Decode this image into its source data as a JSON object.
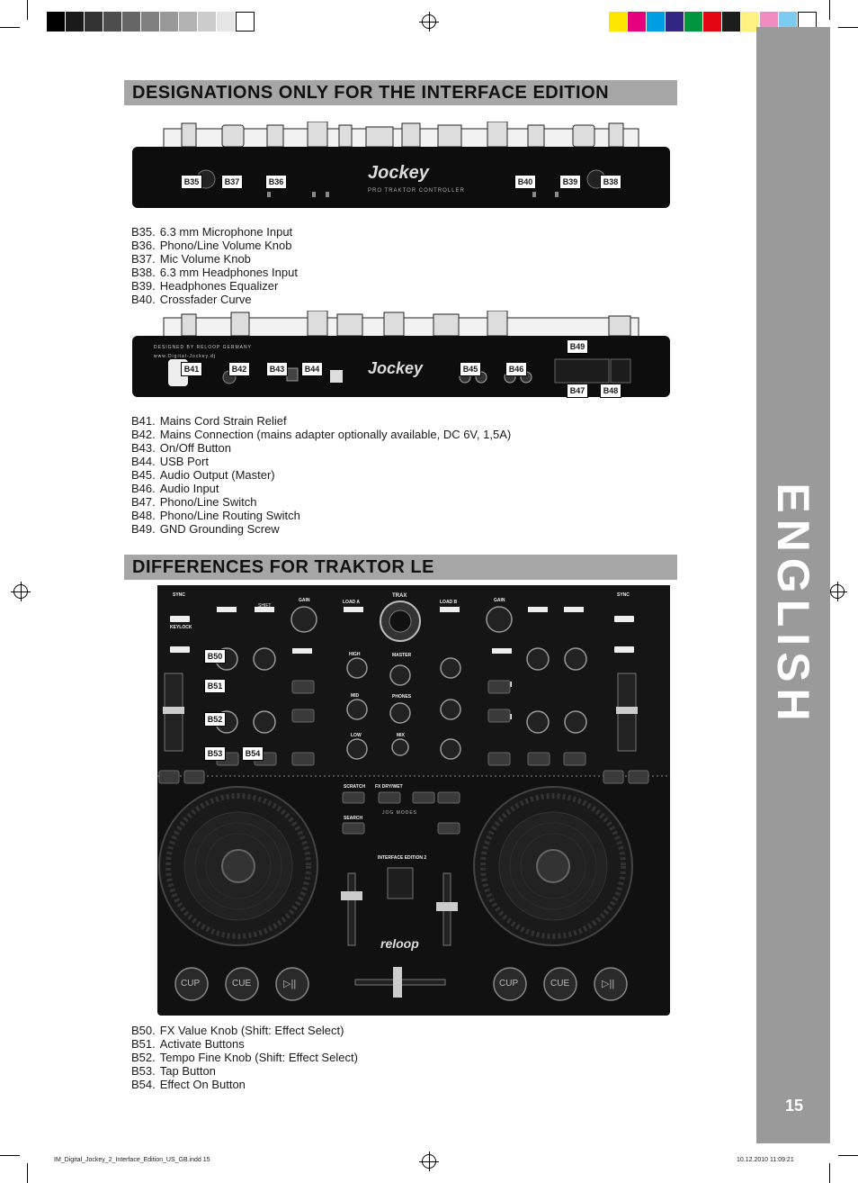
{
  "colors": {
    "tab_gray": "#9a9a9a",
    "heading_gray": "#a6a6a6",
    "swatches_gray": [
      "#000000",
      "#1a1a1a",
      "#333333",
      "#4d4d4d",
      "#666666",
      "#808080",
      "#999999",
      "#b3b3b3",
      "#cccccc",
      "#e6e6e6",
      "#ffffff"
    ],
    "swatches_color": [
      "#ffe600",
      "#e6007e",
      "#009fe3",
      "#312783",
      "#009640",
      "#e30613",
      "#1d1d1b",
      "#fff280",
      "#f08cc0",
      "#7ccbf0",
      "#ffffff"
    ]
  },
  "side_tab": {
    "label": "ENGLISH",
    "page_number": "15"
  },
  "section1": {
    "heading": "DESIGNATIONS ONLY FOR THE INTERFACE EDITION",
    "front_labels": [
      "B35",
      "B37",
      "B36",
      "B40",
      "B39",
      "B38"
    ],
    "items": [
      {
        "code": "B35.",
        "text": "6.3 mm Microphone Input"
      },
      {
        "code": "B36.",
        "text": "Phono/Line Volume Knob"
      },
      {
        "code": "B37.",
        "text": "Mic Volume Knob"
      },
      {
        "code": "B38.",
        "text": "6.3 mm Headphones Input"
      },
      {
        "code": "B39.",
        "text": "Headphones Equalizer"
      },
      {
        "code": "B40.",
        "text": "Crossfader Curve"
      }
    ],
    "rear_labels": [
      "B41",
      "B42",
      "B43",
      "B44",
      "B45",
      "B46",
      "B49",
      "B47",
      "B48"
    ],
    "items2": [
      {
        "code": "B41.",
        "text": "Mains Cord Strain Relief"
      },
      {
        "code": "B42.",
        "text": "Mains Connection (mains adapter optionally available, DC 6V, 1,5A)"
      },
      {
        "code": "B43.",
        "text": "On/Off Button"
      },
      {
        "code": "B44.",
        "text": "USB Port"
      },
      {
        "code": "B45.",
        "text": "Audio Output (Master)"
      },
      {
        "code": "B46.",
        "text": "Audio Input"
      },
      {
        "code": "B47.",
        "text": "Phono/Line Switch"
      },
      {
        "code": "B48.",
        "text": "Phono/Line Routing Switch"
      },
      {
        "code": "B49.",
        "text": "GND Grounding Screw"
      }
    ]
  },
  "section2": {
    "heading": "DIFFERENCES FOR TRAKTOR LE",
    "top_labels": [
      "B50",
      "B51",
      "B52",
      "B53",
      "B54"
    ],
    "items": [
      {
        "code": "B50.",
        "text": "FX Value Knob (Shift: Effect Select)"
      },
      {
        "code": "B51.",
        "text": "Activate Buttons"
      },
      {
        "code": "B52.",
        "text": "Tempo Fine Knob (Shift: Effect Select)"
      },
      {
        "code": "B53.",
        "text": "Tap Button"
      },
      {
        "code": "B54.",
        "text": "Effect On Button"
      }
    ]
  },
  "device": {
    "logo": "Jockey",
    "logo_sub": "PRO TRAKTOR CONTROLLER",
    "brand": "reloop",
    "edition": "INTERFACE EDITION 2",
    "mixer_labels": [
      "TRAX",
      "LOAD A",
      "LOAD B",
      "GAIN",
      "MASTER",
      "PHONES",
      "MIX",
      "HIGH",
      "MID",
      "LOW",
      "SYNC",
      "KEYLOCK",
      "SHIFT",
      "SCRATCH",
      "FX DRY/WET",
      "SEARCH",
      "JOG MODES"
    ],
    "transport": [
      "CUP",
      "CUE",
      "▷||",
      "CUP",
      "CUE",
      "▷||"
    ],
    "designed_by": "DESIGNED BY RELOOP GERMANY",
    "website": "www.Digital-Jockey.dj"
  },
  "footer": {
    "file": "IM_Digital_Jockey_2_Interface_Edition_US_GB.indd   15",
    "date": "10.12.2010   11:09:21"
  }
}
